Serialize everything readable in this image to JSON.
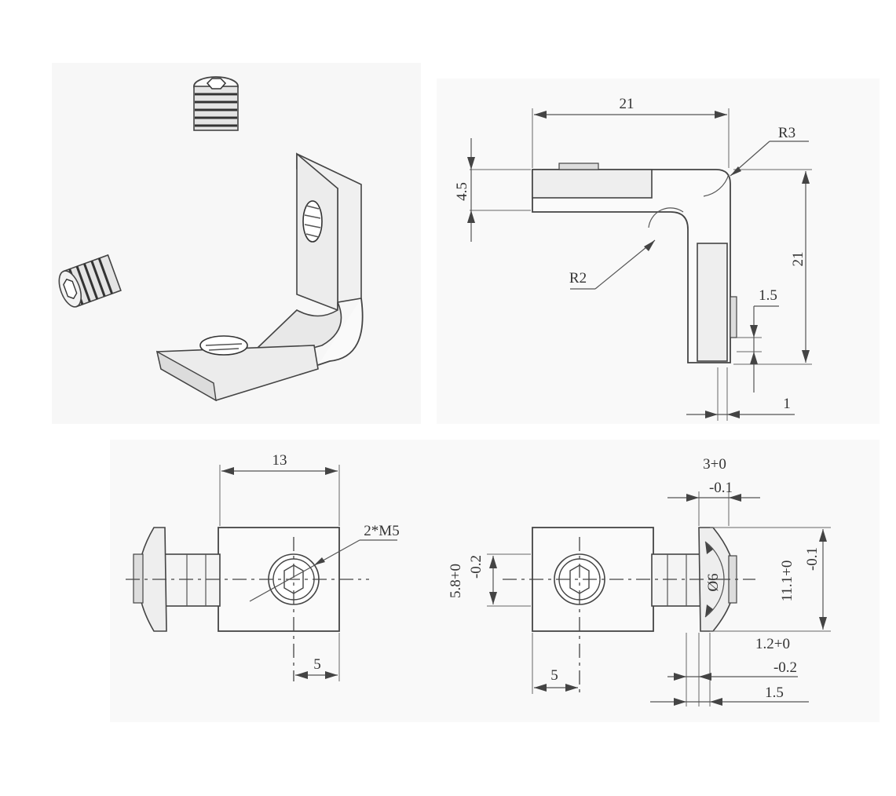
{
  "side_view": {
    "width_top": "21",
    "height_right": "21",
    "flange_thickness": "4.5",
    "outer_radius": "R3",
    "inner_radius": "R2",
    "slot_depth": "1.5",
    "offset": "1"
  },
  "front_view": {
    "width": "13",
    "thread_callout": "2*M5",
    "hole_offset": "5"
  },
  "end_view": {
    "tol_top_a": "3+0",
    "tol_top_b": "-0.1",
    "height_a": "5.8+0",
    "height_b": "-0.2",
    "diameter": "Ø6",
    "height_right_a": "11.1+0",
    "height_right_b": "-0.1",
    "lip_a": "1.2+0",
    "lip_b": "-0.2",
    "lip_width": "1.5",
    "hole_offset": "5"
  },
  "icons": [
    "set-screw-icon",
    "corner-bracket-icon"
  ]
}
